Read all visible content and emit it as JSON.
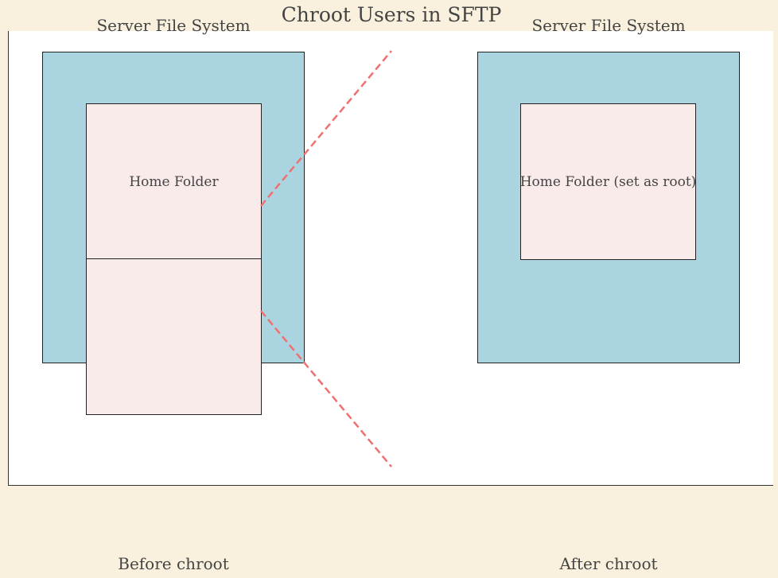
{
  "title": "Chroot Users in SFTP",
  "left": {
    "fs_label": "Server File System",
    "home_label": "Home Folder",
    "caption": "Before chroot"
  },
  "right": {
    "fs_label": "Server File System",
    "home_label": "Home Folder (set as root)",
    "caption": "After chroot"
  },
  "colors": {
    "background": "#f9f1de",
    "filesystem_fill": "#aad4e0",
    "home_fill": "#f9ebea",
    "connector": "#f07070"
  }
}
